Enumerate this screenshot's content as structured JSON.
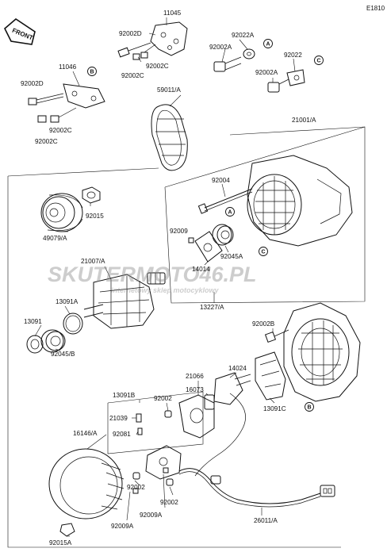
{
  "diagram_code": "E1810",
  "front_label": "FRONT",
  "watermark": {
    "brand": "SKUTERMOTO46.PL",
    "tagline": "internetowy sklep motocyklowy"
  },
  "callouts": {
    "A": "A",
    "B": "B",
    "C": "C"
  },
  "labels": {
    "p11045": "11045",
    "p92002D_top": "92002D",
    "p92002C_top1": "92002C",
    "p92002C_top2": "92002C",
    "p92022A": "92022A",
    "p92002A_top": "92002A",
    "p92022": "92022",
    "p92002A_mid": "92002A",
    "p11046": "11046",
    "p92002D_left": "92002D",
    "p92002C_left1": "92002C",
    "p92002C_left2": "92002C",
    "p59011A": "59011/A",
    "p21001A": "21001/A",
    "p92004": "92004",
    "p92015": "92015",
    "p49079A": "49079/A",
    "p92009": "92009",
    "p92045A": "92045A",
    "p14014": "14014",
    "p21007A": "21007/A",
    "p13227A": "13227/A",
    "p13091A": "13091A",
    "p13091": "13091",
    "p92045B": "92045/B",
    "p92002B": "92002B",
    "p14024": "14024",
    "p21066": "21066",
    "p16073": "16073",
    "p13091B": "13091B",
    "p92002_mid": "92002",
    "p21039": "21039",
    "p16146A": "16146/A",
    "p92081": "92081",
    "p13091C": "13091C",
    "p92002_low1": "92002",
    "p92002_low2": "92002",
    "p92009A_1": "92009A",
    "p92009A_2": "92009A",
    "p26011A": "26011/A",
    "p92015A": "92015A"
  }
}
